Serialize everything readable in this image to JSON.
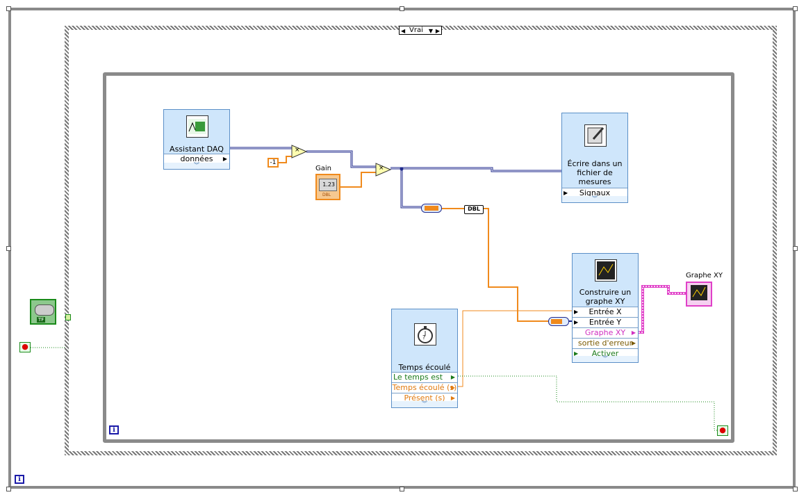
{
  "case_selector": {
    "value": "Vrai"
  },
  "iteration_symbol": "i",
  "constant": {
    "value": "-1"
  },
  "gain": {
    "label": "Gain",
    "value": "1.23",
    "type": "DBL"
  },
  "multiply_symbol": "×",
  "dbl_tag": "DBL",
  "bool_control": {
    "label": "TF"
  },
  "stop_glyph": "●",
  "daq": {
    "title": "Assistant DAQ",
    "rows": [
      "données"
    ]
  },
  "write_file": {
    "title_lines": [
      "Écrire dans un",
      "fichier de",
      "mesures"
    ],
    "rows": [
      "Signaux"
    ]
  },
  "build_xy": {
    "title_lines": [
      "Construire un",
      "graphe XY"
    ],
    "rows": [
      "Entrée X",
      "Entrée Y",
      "Graphe XY",
      "sortie d'erreur",
      "Activer"
    ]
  },
  "elapsed": {
    "title": "Temps écoulé",
    "rows": [
      "Le temps est écoulé",
      "Temps écoulé (s)",
      "Présent (s)"
    ]
  },
  "xy_graph": {
    "label": "Graphe XY"
  },
  "colors": {
    "wire_dynamic": "#1f2a8c",
    "wire_dbl": "#f08a1c",
    "wire_cluster": "#e040c8",
    "wire_bool": "#1a8a1a",
    "vi_bg": "#cfe6fb"
  }
}
